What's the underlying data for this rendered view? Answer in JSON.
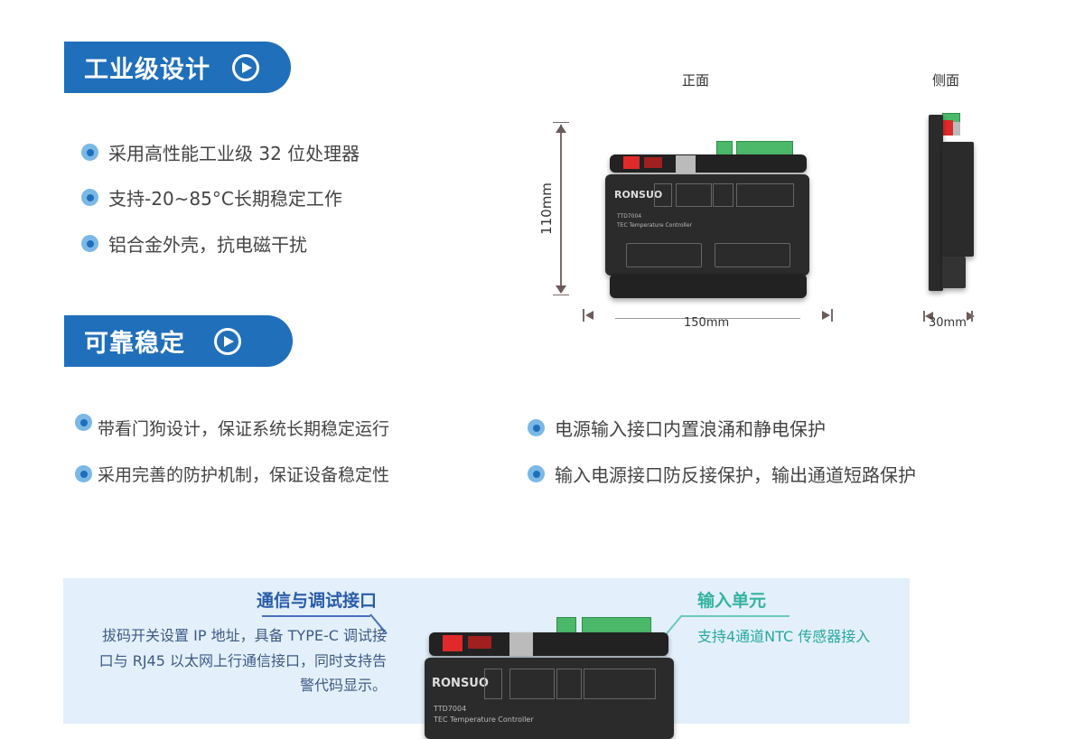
{
  "sections": [
    {
      "title": "工业级设计",
      "icon": "arrow-circle-right-icon",
      "items": [
        "采用高性能工业级 32 位处理器",
        "支持-20~85°C长期稳定工作",
        "铝合金外壳，抗电磁干扰"
      ]
    },
    {
      "title": "可靠稳定",
      "icon": "arrow-circle-right-icon",
      "items_left": [
        "带看门狗设计，保证系统长期稳定运行",
        "采用完善的防护机制，保证设备稳定性"
      ],
      "items_right": [
        "电源输入接口内置浪涌和静电保护",
        "输入电源接口防反接保护，输出通道短路保护"
      ]
    }
  ],
  "dimensions": {
    "front_label": "正面",
    "side_label": "侧面",
    "height": "110mm",
    "width": "150mm",
    "depth": "30mm"
  },
  "device": {
    "brand": "RONSUO",
    "model": "TTD7004",
    "name": "TEC Temperature Controller"
  },
  "callouts": {
    "comm": {
      "title": "通信与调试接口",
      "lines": [
        "拔码开关设置 IP 地址，具备 TYPE-C 调试接",
        "口与 RJ45 以太网上行通信接口，同时支持告",
        "警代码显示。"
      ]
    },
    "input": {
      "title": "输入单元",
      "text": "支持4通道NTC 传感器接入"
    }
  },
  "colors": {
    "accent": "#1f6fba",
    "teal": "#2aa8a0",
    "panel": "#e3f0fb"
  }
}
